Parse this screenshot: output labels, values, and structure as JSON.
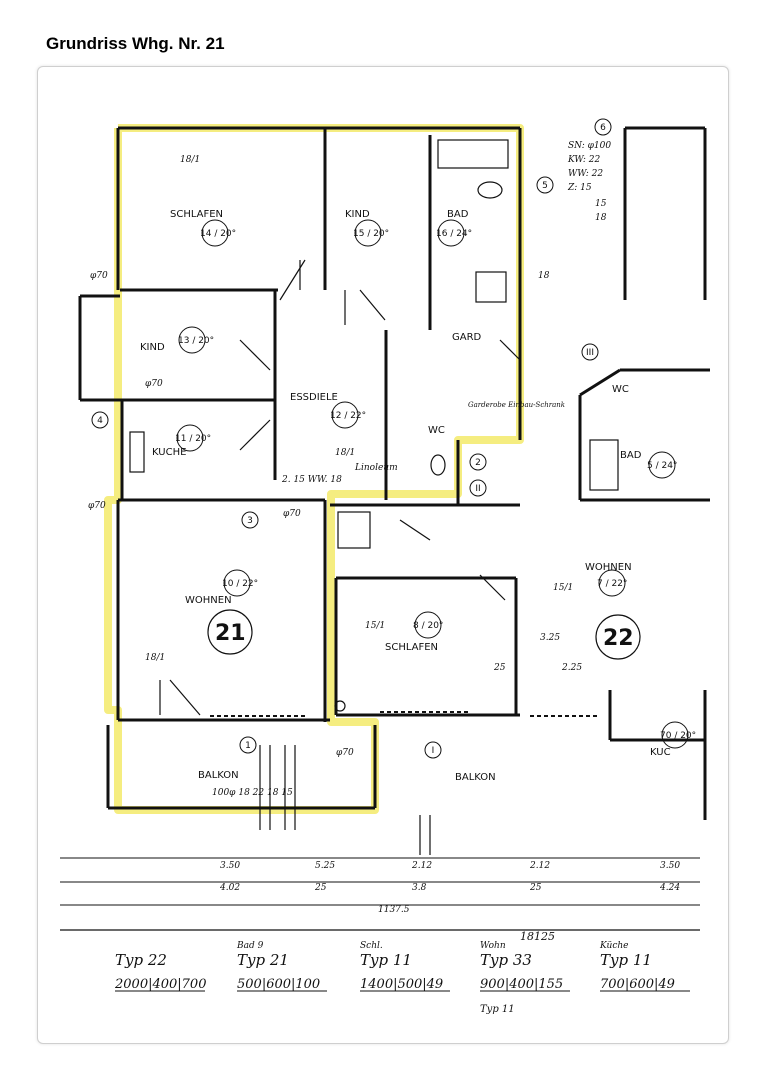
{
  "page": {
    "title": "Grundriss Whg. Nr. 21"
  },
  "colors": {
    "highlight": "#f3ea6a",
    "ink": "#111111",
    "frame": "#cfcfcf"
  },
  "plan": {
    "apartment_21": "21",
    "apartment_22": "22",
    "rooms": {
      "schlafen_top": "SCHLAFEN",
      "kind_top": "KIND",
      "bad_top": "BAD",
      "kind_left": "KIND",
      "essdiele": "ESSDIELE",
      "kuche": "KUCHE",
      "wohnen_21": "WOHNEN",
      "schlafen_mid": "SCHLAFEN",
      "balkon_21": "BALKON",
      "balkon_22": "BALKON",
      "wohnen_22": "WOHNEN",
      "gard": "GARD",
      "wc": "WC",
      "bad_right": "BAD",
      "kuc_right": "KUC",
      "wc_right": "WC"
    },
    "temps": {
      "schlafen_top": "14 / 20°",
      "kind_top": "15 / 20°",
      "bad_top": "16 / 24°",
      "kind_left": "13 / 20°",
      "essdiele": "12 / 22°",
      "kuche": "11 / 20°",
      "wohnen_21": "10 / 22°",
      "schlafen_mid": "8 / 20°",
      "wohnen_22": "7 / 22°",
      "bad_right": "5 / 24°",
      "kuc_right": "70 / 20°"
    },
    "notes": {
      "n181_a": "18/1",
      "n181_b": "18/1",
      "n181_c": "18/1",
      "n151_a": "15/1",
      "n151_b": "15/1",
      "phi70_a": "φ70",
      "phi70_b": "φ70",
      "phi70_c": "φ70",
      "phi70_d": "φ70",
      "phi70_e": "φ70",
      "sn": "SN: φ100",
      "kw": "KW: 22",
      "ww": "WW: 22",
      "z": "Z: 15",
      "n15": "15",
      "n18": "18",
      "n18b": "18",
      "n25": "25",
      "n225": "2.25",
      "n325": "3.25",
      "linoe": "Linoleum",
      "garderobe": "Garderobe Einbau-Schrank",
      "zw": "2. 15  WW. 18",
      "balkon_vals": "100φ  18  22  18  15",
      "d1": "1137.5",
      "d2": "18125"
    },
    "circles": [
      "1",
      "2",
      "3",
      "4",
      "5",
      "6",
      "I",
      "II",
      "III"
    ],
    "dim_row_a": [
      "3.50",
      "5.25",
      "2.12",
      "2.12",
      "3.50"
    ],
    "dim_row_b": [
      "4.02",
      "25",
      "3.8",
      "25",
      "4.24"
    ]
  },
  "types_table": [
    {
      "heading": "",
      "type": "Typ 22",
      "code": "2000|400|700"
    },
    {
      "heading": "Bad 9",
      "type": "Typ 21",
      "code": "500|600|100"
    },
    {
      "heading": "Schl.",
      "type": "Typ 11",
      "code": "1400|500|49"
    },
    {
      "heading": "Wohn",
      "type": "Typ 33",
      "code": "900|400|155"
    },
    {
      "heading": "Küche",
      "type": "Typ 11",
      "code": "700|600|49"
    }
  ],
  "footer_fragment": "Typ 11"
}
